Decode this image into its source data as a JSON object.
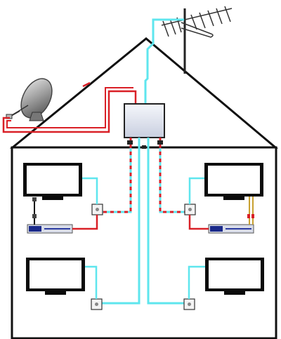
{
  "diagram": {
    "house": {
      "wall_stroke": "#111111",
      "fill": "#ffffff"
    },
    "cable_colors": {
      "terrestrial": "#5ee6ee",
      "satellite": "#d92027",
      "satellite_dash": "#d92027"
    },
    "devices": {
      "satellite_dish": {
        "icon": "satellite-dish-icon"
      },
      "aerial": {
        "icon": "tv-aerial-icon"
      },
      "distribution_box": {
        "icon": "distribution-box-icon"
      },
      "tvs": [
        {
          "id": "tv-upper-left",
          "icon": "television-icon"
        },
        {
          "id": "tv-upper-right",
          "icon": "television-icon"
        },
        {
          "id": "tv-lower-left",
          "icon": "television-icon"
        },
        {
          "id": "tv-lower-right",
          "icon": "television-icon"
        }
      ],
      "receivers": [
        {
          "id": "receiver-left",
          "icon": "set-top-box-icon"
        },
        {
          "id": "receiver-right",
          "icon": "set-top-box-icon"
        }
      ],
      "wall_sockets": [
        {
          "id": "socket-upper-left",
          "icon": "wall-socket-icon"
        },
        {
          "id": "socket-upper-right",
          "icon": "wall-socket-icon"
        },
        {
          "id": "socket-lower-left",
          "icon": "wall-socket-icon"
        },
        {
          "id": "socket-lower-right",
          "icon": "wall-socket-icon"
        }
      ]
    }
  }
}
